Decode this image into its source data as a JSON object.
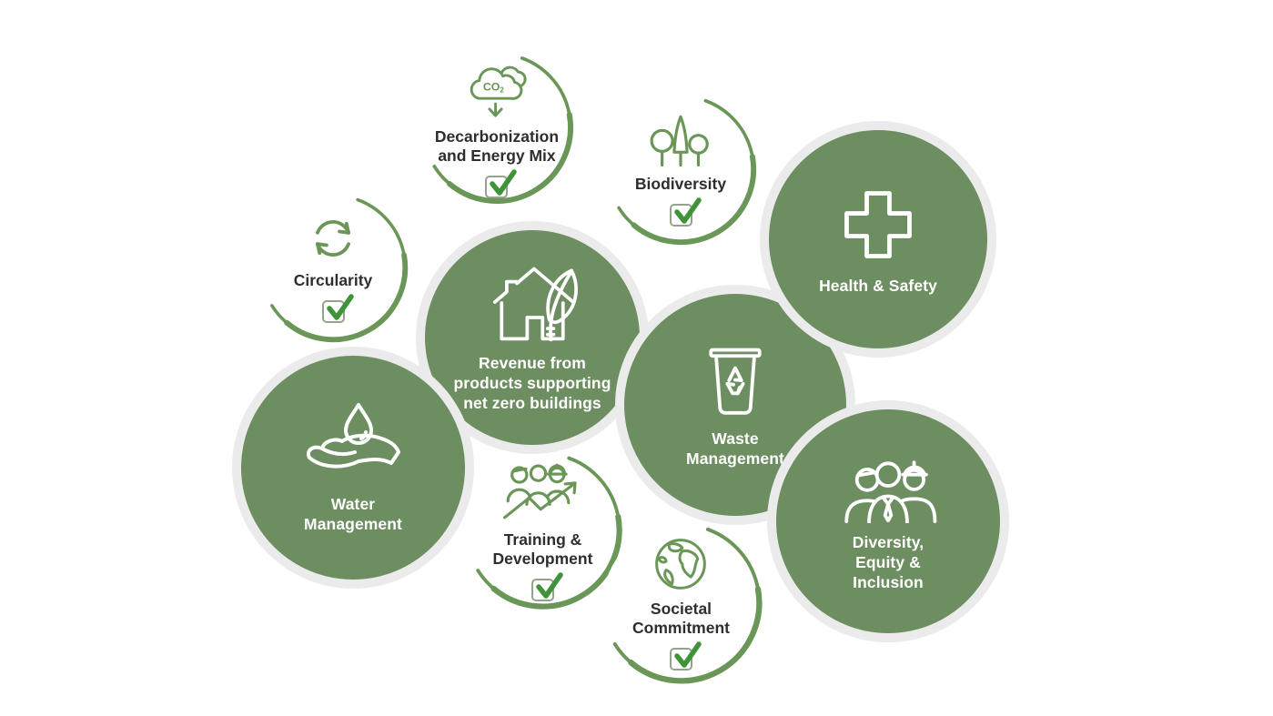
{
  "colors": {
    "background": "#ffffff",
    "circle_fill": "#6d8e60",
    "halo_ring": "#ebebeb",
    "outline_green": "#6a9758",
    "check_green": "#3f9338",
    "text_dark": "#2e2e2e",
    "text_light": "#ffffff"
  },
  "nodes": {
    "decarbonization": {
      "style": "outlined",
      "checked": true,
      "icon": "co2-cloud-arrow-icon",
      "lines": [
        "Decarbonization",
        "and Energy Mix"
      ]
    },
    "biodiversity": {
      "style": "outlined",
      "checked": true,
      "icon": "trees-icon",
      "lines": [
        "Biodiversity"
      ]
    },
    "health_safety": {
      "style": "solid",
      "icon": "medical-cross-icon",
      "lines": [
        "Health & Safety"
      ]
    },
    "circularity": {
      "style": "outlined",
      "checked": true,
      "icon": "circular-arrows-icon",
      "lines": [
        "Circularity"
      ]
    },
    "revenue_net_zero": {
      "style": "solid",
      "icon": "house-leaf-icon",
      "lines": [
        "Revenue from",
        "products supporting",
        "net zero buildings"
      ]
    },
    "waste_management": {
      "style": "solid",
      "icon": "recycling-bin-icon",
      "lines": [
        "Waste",
        "Management"
      ]
    },
    "water_management": {
      "style": "solid",
      "icon": "water-drop-hand-icon",
      "lines": [
        "Water",
        "Management"
      ]
    },
    "training_development": {
      "style": "outlined",
      "checked": true,
      "icon": "people-growth-arrow-icon",
      "lines": [
        "Training &",
        "Development"
      ]
    },
    "societal_commitment": {
      "style": "outlined",
      "checked": true,
      "icon": "globe-icon",
      "lines": [
        "Societal",
        "Commitment"
      ]
    },
    "diversity_equity_inclusion": {
      "style": "solid",
      "icon": "three-people-icon",
      "lines": [
        "Diversity,",
        "Equity &",
        "Inclusion"
      ]
    }
  }
}
